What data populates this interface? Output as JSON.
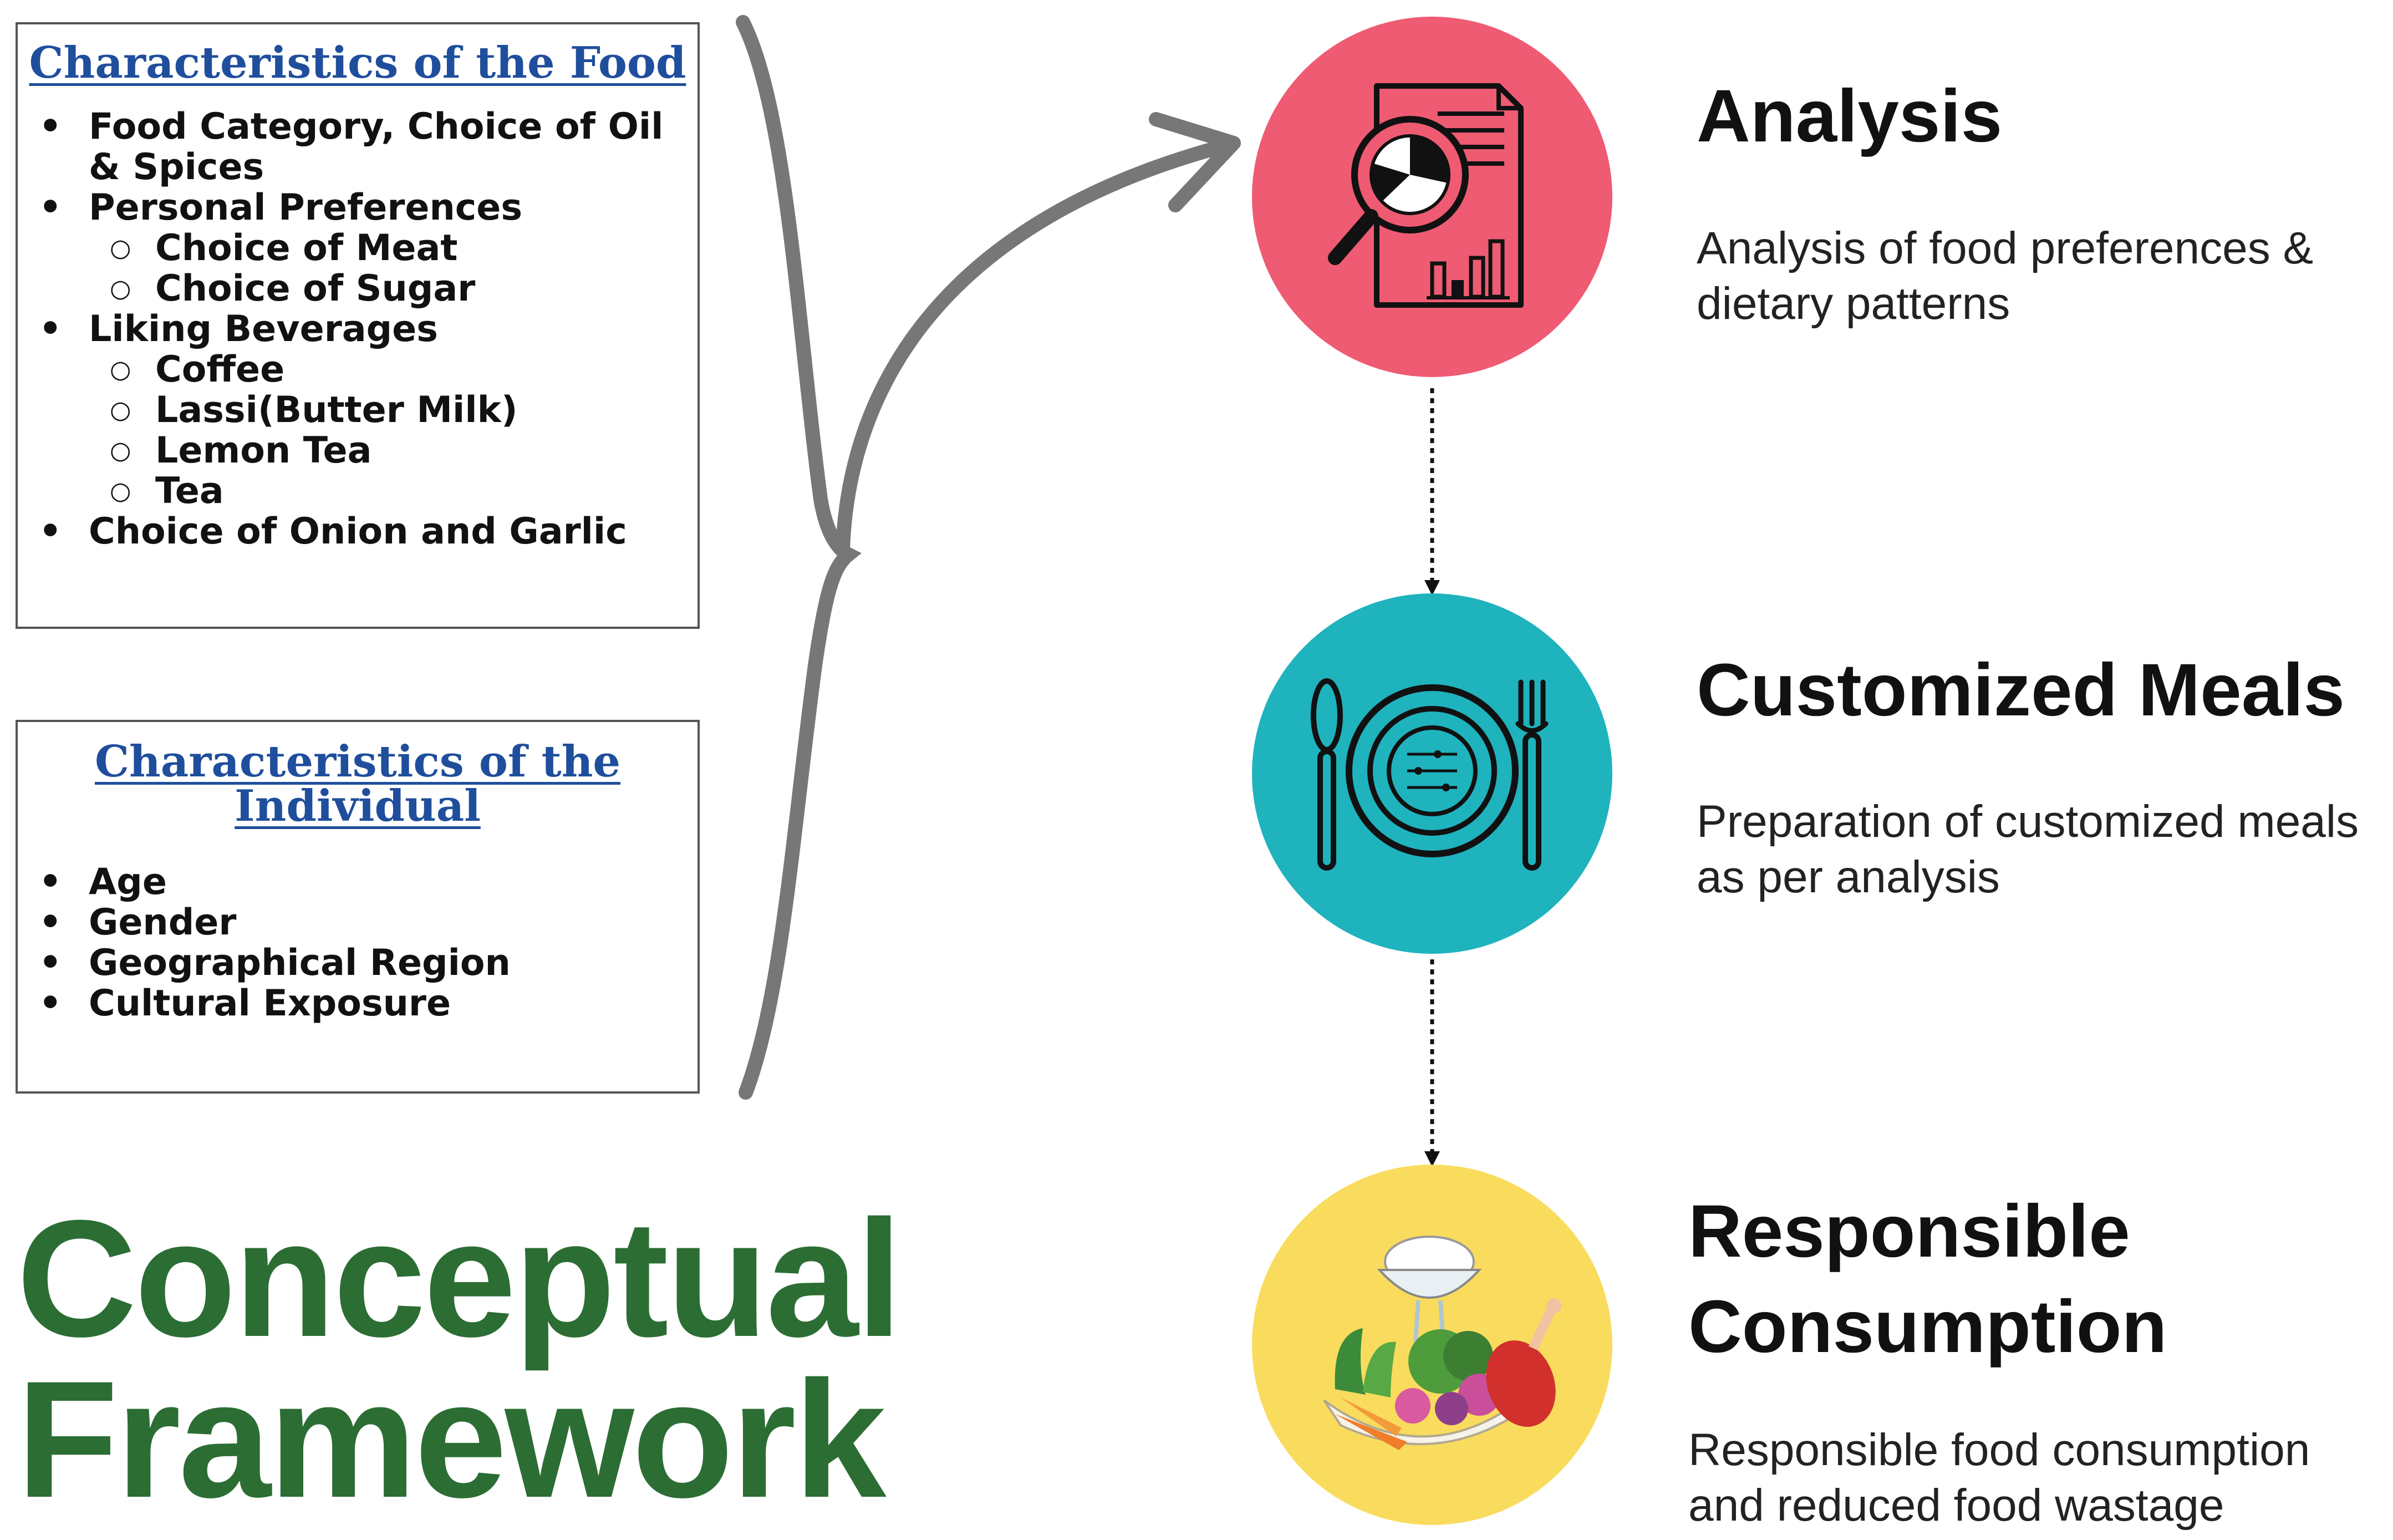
{
  "food_box": {
    "title": "Characteristics of the Food",
    "items": [
      {
        "label": "Food Category, Choice of Oil & Spices"
      },
      {
        "label": "Personal Preferences",
        "sub": [
          "Choice of Meat",
          "Choice of Sugar"
        ]
      },
      {
        "label": "Liking Beverages",
        "sub": [
          "Coffee",
          "Lassi(Butter Milk)",
          "Lemon Tea",
          "Tea"
        ]
      },
      {
        "label": "Choice of Onion and Garlic"
      }
    ]
  },
  "individual_box": {
    "title": "Characteristics of the Individual",
    "items": [
      "Age",
      "Gender",
      "Geographical Region",
      "Cultural Exposure"
    ]
  },
  "main_title": {
    "line1": "Conceptual",
    "line2": "Framework"
  },
  "steps": [
    {
      "heading": "Analysis",
      "description": "Analysis of food preferences & dietary patterns",
      "icon": "analysis-report-icon",
      "color": "#ee5b72"
    },
    {
      "heading": "Customized Meals",
      "description": "Preparation of customized meals as per analysis",
      "icon": "plate-cutlery-icon",
      "color": "#1fb3be"
    },
    {
      "heading": "Responsible Consumption",
      "description": "Responsible food consumption and  reduced food wastage",
      "icon": "food-bowl-vegetables-icon",
      "color": "#f9dc5d"
    }
  ],
  "colors": {
    "title_green": "#2c6d34",
    "box_title_blue": "#1f4e9c",
    "connector_gray": "#777777"
  }
}
